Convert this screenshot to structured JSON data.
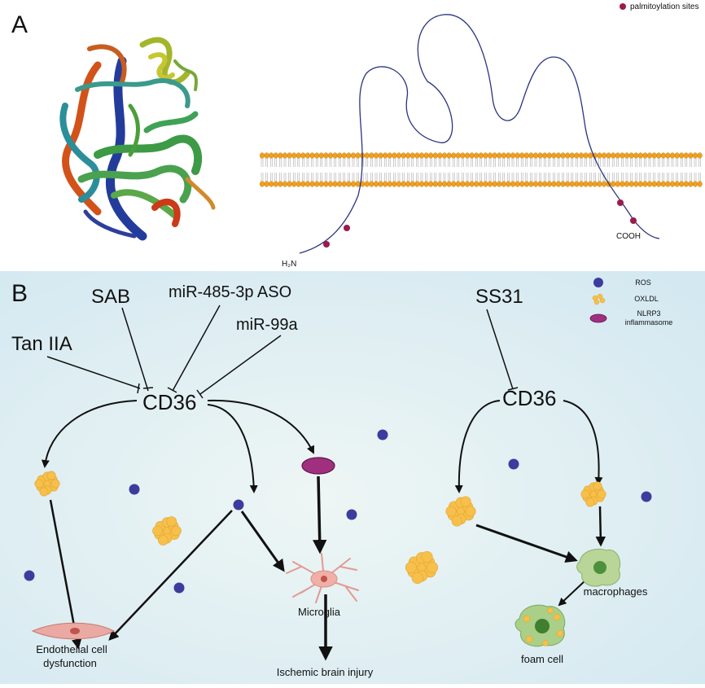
{
  "panel_a": {
    "label": "A",
    "legend_label": "palmitoylation sites",
    "n_terminus": "H₂N",
    "c_terminus": "COOH",
    "colors": {
      "site": "#9b1b4b",
      "lipid_head": "#f0a020",
      "chain": "#2a3480"
    }
  },
  "panel_b": {
    "label": "B",
    "legend": [
      {
        "label": "ROS",
        "icon": "ros-dot-icon"
      },
      {
        "label": "OXLDL",
        "icon": "oxldl-cluster-icon"
      },
      {
        "label": "NLRP3",
        "label2": "inflammasome",
        "icon": "nlrp3-ellipse-icon"
      }
    ],
    "inhibitors": {
      "sab": "SAB",
      "mir485": "miR-485-3p ASO",
      "mir99a": "miR-99a",
      "taniia": "Tan IIA",
      "ss31": "SS31"
    },
    "targets": {
      "cd36_left": "CD36",
      "cd36_right": "CD36"
    },
    "outcomes": {
      "endothelial_line1": "Endothelial cell",
      "endothelial_line2": "dysfunction",
      "microglia": "Microglia",
      "ischemic": "Ischemic brain injury",
      "macrophages": "macrophages",
      "foam_cell": "foam cell"
    },
    "colors": {
      "background": "#d9ecf3",
      "ros": "#3c3c9e",
      "oxldl": "#f6c04a",
      "nlrp3": "#a0307e"
    }
  }
}
